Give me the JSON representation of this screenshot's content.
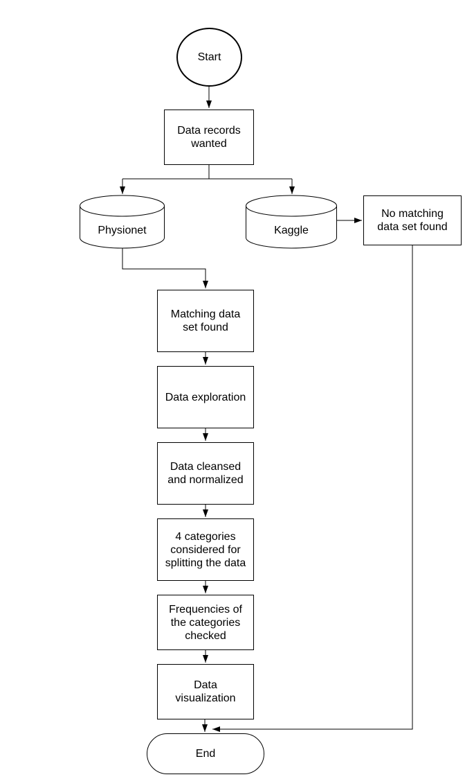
{
  "diagram": {
    "type": "flowchart",
    "background_color": "#ffffff",
    "stroke_color": "#000000",
    "text_color": "#000000",
    "nodes": {
      "start": {
        "shape": "ellipse",
        "label": "Start",
        "lines": [
          "Start"
        ]
      },
      "data_records": {
        "shape": "rectangle",
        "label": "Data records wanted",
        "lines": [
          "Data records",
          "wanted"
        ]
      },
      "physionet": {
        "shape": "cylinder",
        "label": "Physionet",
        "lines": [
          "Physionet"
        ]
      },
      "kaggle": {
        "shape": "cylinder",
        "label": "Kaggle",
        "lines": [
          "Kaggle"
        ]
      },
      "no_match": {
        "shape": "rectangle",
        "label": "No matching data set found",
        "lines": [
          "No matching",
          "data set found"
        ]
      },
      "match_found": {
        "shape": "rectangle",
        "label": "Matching data set found",
        "lines": [
          "Matching data",
          "set found"
        ]
      },
      "exploration": {
        "shape": "rectangle",
        "label": "Data exploration",
        "lines": [
          "Data exploration"
        ]
      },
      "cleansed": {
        "shape": "rectangle",
        "label": "Data cleansed and normalized",
        "lines": [
          "Data cleansed",
          "and normalized"
        ]
      },
      "categories": {
        "shape": "rectangle",
        "label": "4 categories considered for splitting the data",
        "lines": [
          "4 categories",
          "considered for",
          "splitting the data"
        ]
      },
      "frequencies": {
        "shape": "rectangle",
        "label": "Frequencies of the categories checked",
        "lines": [
          "Frequencies of",
          "the categories",
          "checked"
        ]
      },
      "visualization": {
        "shape": "rectangle",
        "label": "Data visualization",
        "lines": [
          "Data",
          "visualization"
        ]
      },
      "end": {
        "shape": "stadium",
        "label": "End",
        "lines": [
          "End"
        ]
      }
    },
    "edges": [
      {
        "from": "start",
        "to": "data_records"
      },
      {
        "from": "data_records",
        "to": "physionet"
      },
      {
        "from": "data_records",
        "to": "kaggle"
      },
      {
        "from": "kaggle",
        "to": "no_match"
      },
      {
        "from": "physionet",
        "to": "match_found"
      },
      {
        "from": "match_found",
        "to": "exploration"
      },
      {
        "from": "exploration",
        "to": "cleansed"
      },
      {
        "from": "cleansed",
        "to": "categories"
      },
      {
        "from": "categories",
        "to": "frequencies"
      },
      {
        "from": "frequencies",
        "to": "visualization"
      },
      {
        "from": "visualization",
        "to": "end"
      },
      {
        "from": "no_match",
        "to": "end"
      }
    ]
  }
}
